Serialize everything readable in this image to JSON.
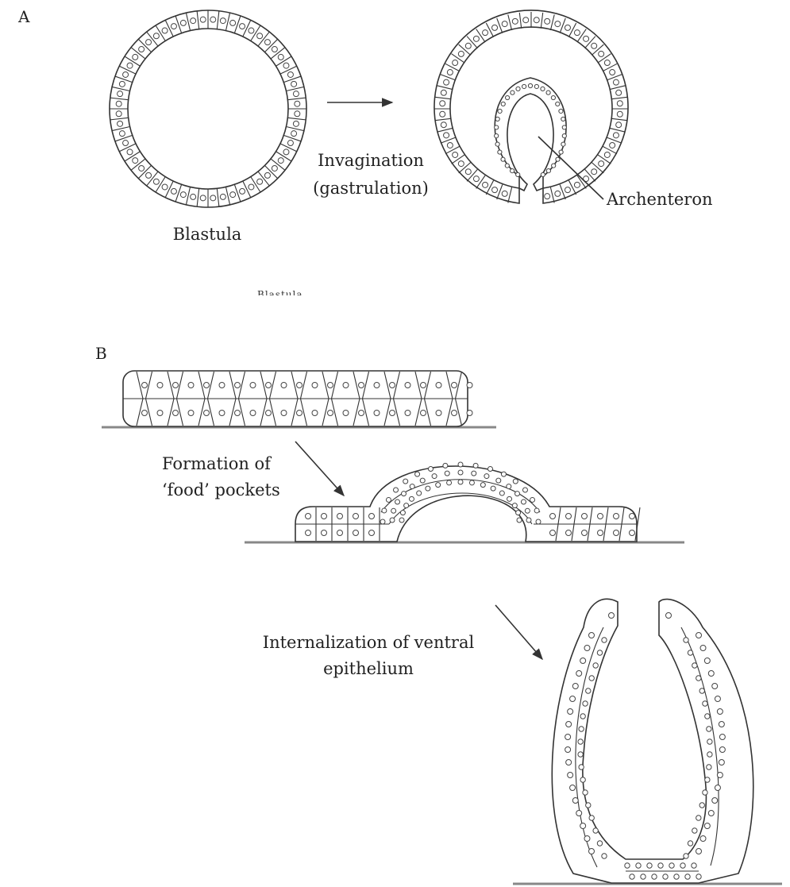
{
  "panel_a": {
    "letter": "A",
    "blastula_label": "Blastula",
    "process_label_line1": "Invagination",
    "process_label_line2": "(gastrulation)",
    "archenteron_label": "Archenteron",
    "stray_label": "Blastula"
  },
  "panel_b": {
    "letter": "B",
    "step1_line1": "Formation of",
    "step1_line2": "‘food’ pockets",
    "step2_line1": "Internalization of ventral",
    "step2_line2": "epithelium"
  }
}
